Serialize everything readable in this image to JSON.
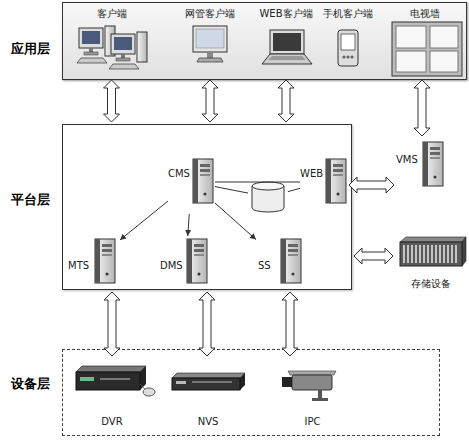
{
  "diagram": {
    "nodes": [
      {
        "text": [
          "应用层"
        ]
      },
      {
        "text": [
          "客户端"
        ],
        "in": 0
      },
      {
        "text": [
          "网管客户端"
        ],
        "in": 0
      },
      {
        "text": [
          "WEB客户端"
        ],
        "in": 0
      },
      {
        "text": [
          "手机客户端"
        ],
        "in": 0
      },
      {
        "text": [
          "电视墙"
        ],
        "in": 0
      },
      {
        "text": [
          "平台层"
        ]
      },
      {
        "text": [
          "CMS"
        ],
        "in": 6
      },
      {
        "text": [
          "WEB"
        ],
        "in": 6
      },
      {
        "text": [
          "数据库"
        ],
        "in": 6
      },
      {
        "text": [
          "VMS"
        ]
      },
      {
        "text": [
          "MTS"
        ],
        "in": 6
      },
      {
        "text": [
          "DMS"
        ],
        "in": 6
      },
      {
        "text": [
          "SS"
        ],
        "in": 6
      },
      {
        "text": [
          "存储设备"
        ]
      },
      {
        "text": [
          "设备层"
        ]
      },
      {
        "text": [
          "DVR"
        ],
        "in": 15
      },
      {
        "text": [
          "NVS"
        ],
        "in": 15
      },
      {
        "text": [
          "IPC"
        ],
        "in": 15
      }
    ],
    "edges": [
      {
        "from": 1,
        "to": 6,
        "arrow": "both"
      },
      {
        "from": 2,
        "to": 6,
        "arrow": "both"
      },
      {
        "from": 3,
        "to": 6,
        "arrow": "both"
      },
      {
        "from": 5,
        "to": 10,
        "arrow": "both"
      },
      {
        "from": 7,
        "to": 8,
        "arrow": "none"
      },
      {
        "from": 7,
        "to": 9,
        "arrow": "none"
      },
      {
        "from": 8,
        "to": 9,
        "arrow": "none"
      },
      {
        "from": 8,
        "to": 10,
        "arrow": "both"
      },
      {
        "from": 6,
        "to": 14,
        "arrow": "both"
      },
      {
        "from": 7,
        "to": 11,
        "arrow": "to"
      },
      {
        "from": 7,
        "to": 12,
        "arrow": "to"
      },
      {
        "from": 7,
        "to": 13,
        "arrow": "to"
      },
      {
        "from": 16,
        "to": 6,
        "arrow": "both"
      },
      {
        "from": 17,
        "to": 6,
        "arrow": "both"
      },
      {
        "from": 18,
        "to": 6,
        "arrow": "both"
      }
    ]
  }
}
